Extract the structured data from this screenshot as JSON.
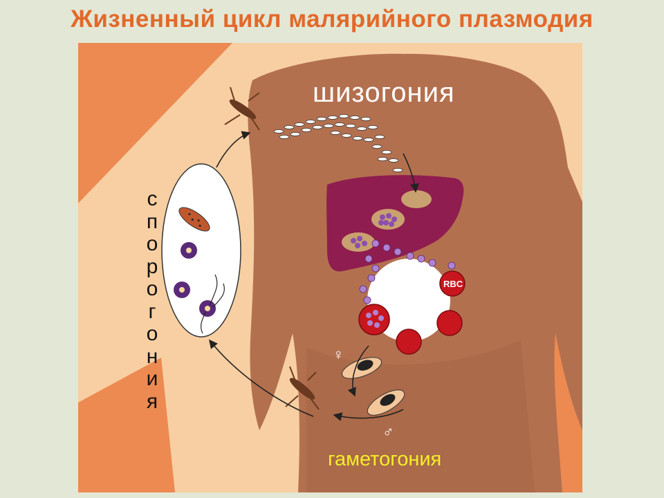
{
  "title": "Жизненный цикл малярийного плазмодия",
  "labels": {
    "schizogony": "шизогония",
    "gametogony": "гаметогония",
    "sporogony": "спорогония",
    "rbc": "RBC",
    "female_symbol": "♀",
    "male_symbol": "♂"
  },
  "colors": {
    "title": "#e2692a",
    "background": "#e3e7d6",
    "panel_light": "#f7cfa2",
    "panel_orange": "#ec8a52",
    "body": "#b3704f",
    "liver": "#8f1d4f",
    "rbc": "#c8161e",
    "schizogony_label": "#ffffff",
    "gametogony_label": "#f4ee2a"
  }
}
